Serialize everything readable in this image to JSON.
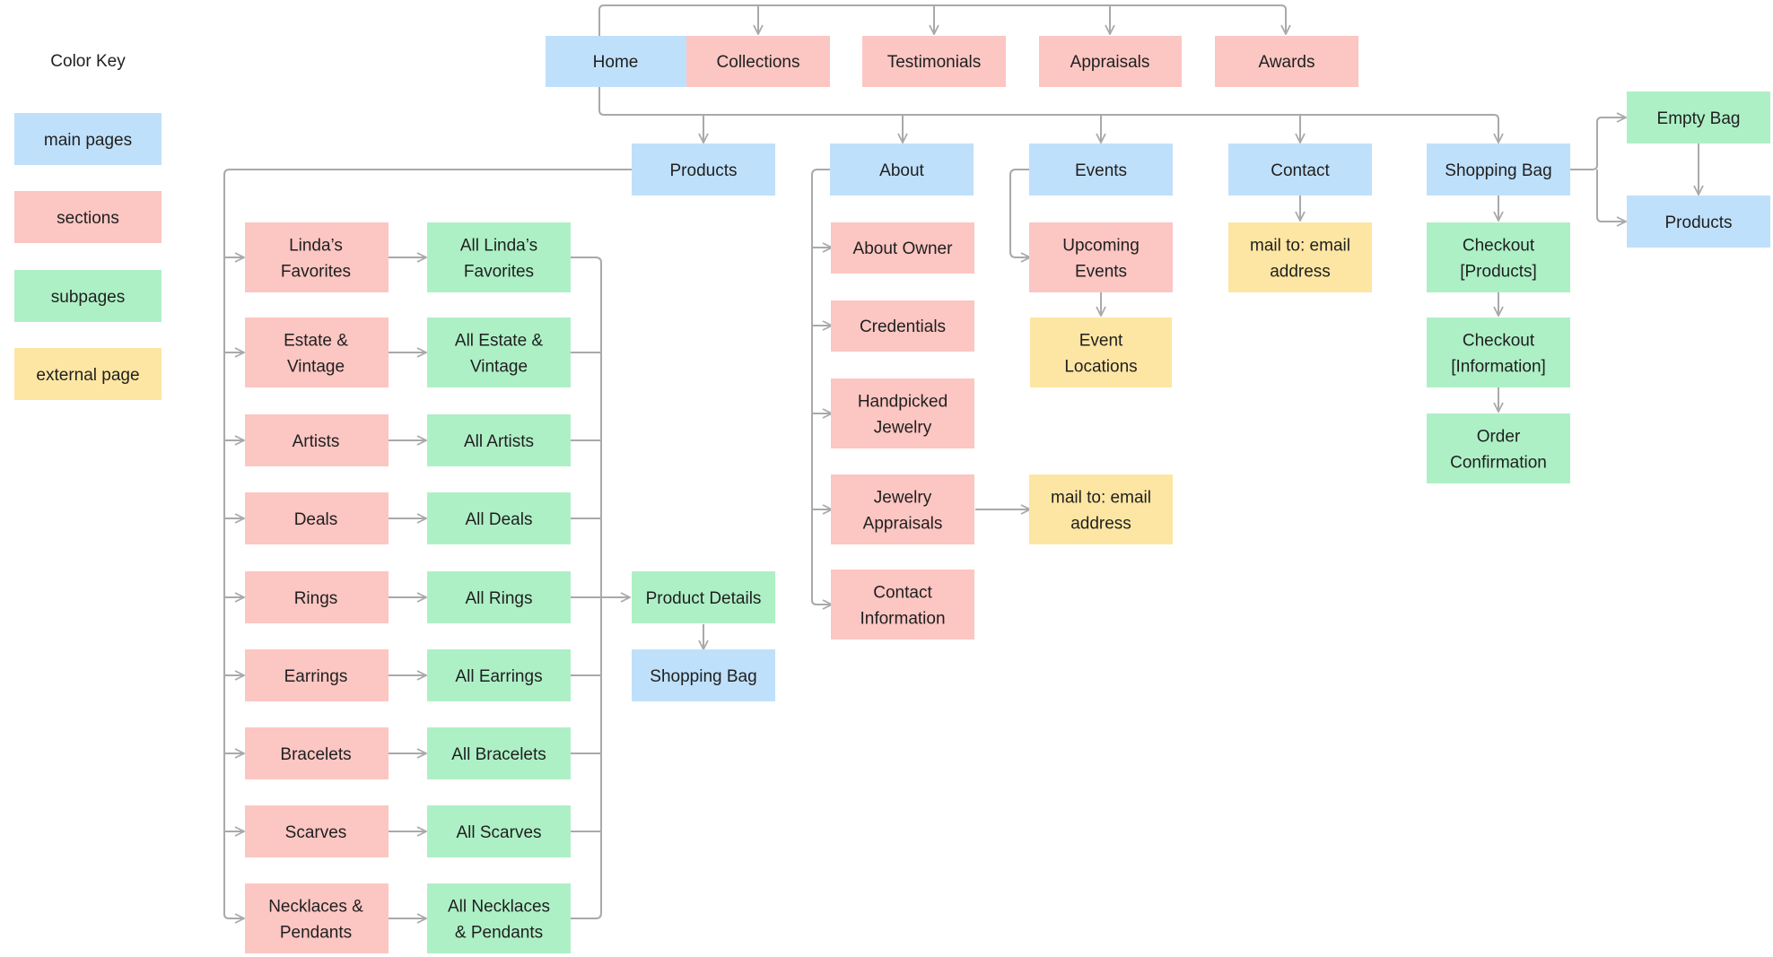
{
  "key": {
    "title": "Color Key",
    "items": [
      {
        "label": "main pages",
        "color": "#bfe0fb"
      },
      {
        "label": "sections",
        "color": "#fcc6c2"
      },
      {
        "label": "subpages",
        "color": "#aef0c6"
      },
      {
        "label": "external page",
        "color": "#fde6a3"
      }
    ]
  },
  "nodes": {
    "home": {
      "lines": [
        "Home"
      ],
      "kind": "main"
    },
    "collections": {
      "lines": [
        "Collections"
      ],
      "kind": "section"
    },
    "testimonials": {
      "lines": [
        "Testimonials"
      ],
      "kind": "section"
    },
    "appraisals_top": {
      "lines": [
        "Appraisals"
      ],
      "kind": "section"
    },
    "awards": {
      "lines": [
        "Awards"
      ],
      "kind": "section"
    },
    "products": {
      "lines": [
        "Products"
      ],
      "kind": "main"
    },
    "about": {
      "lines": [
        "About"
      ],
      "kind": "main"
    },
    "events": {
      "lines": [
        "Events"
      ],
      "kind": "main"
    },
    "contact": {
      "lines": [
        "Contact"
      ],
      "kind": "main"
    },
    "shopping_bag_top": {
      "lines": [
        "Shopping Bag"
      ],
      "kind": "main"
    },
    "empty_bag": {
      "lines": [
        "Empty Bag"
      ],
      "kind": "subpage"
    },
    "products_right": {
      "lines": [
        "Products"
      ],
      "kind": "main"
    },
    "lindas_fav": {
      "lines": [
        "Linda’s",
        "Favorites"
      ],
      "kind": "section"
    },
    "estate": {
      "lines": [
        "Estate &",
        "Vintage"
      ],
      "kind": "section"
    },
    "artists": {
      "lines": [
        "Artists"
      ],
      "kind": "section"
    },
    "deals": {
      "lines": [
        "Deals"
      ],
      "kind": "section"
    },
    "rings": {
      "lines": [
        "Rings"
      ],
      "kind": "section"
    },
    "earrings": {
      "lines": [
        "Earrings"
      ],
      "kind": "section"
    },
    "bracelets": {
      "lines": [
        "Bracelets"
      ],
      "kind": "section"
    },
    "scarves": {
      "lines": [
        "Scarves"
      ],
      "kind": "section"
    },
    "necklaces": {
      "lines": [
        "Necklaces &",
        "Pendants"
      ],
      "kind": "section"
    },
    "all_lindas": {
      "lines": [
        "All Linda’s",
        "Favorites"
      ],
      "kind": "subpage"
    },
    "all_estate": {
      "lines": [
        "All Estate &",
        "Vintage"
      ],
      "kind": "subpage"
    },
    "all_artists": {
      "lines": [
        "All Artists"
      ],
      "kind": "subpage"
    },
    "all_deals": {
      "lines": [
        "All Deals"
      ],
      "kind": "subpage"
    },
    "all_rings": {
      "lines": [
        "All Rings"
      ],
      "kind": "subpage"
    },
    "all_earrings": {
      "lines": [
        "All Earrings"
      ],
      "kind": "subpage"
    },
    "all_bracelets": {
      "lines": [
        "All Bracelets"
      ],
      "kind": "subpage"
    },
    "all_scarves": {
      "lines": [
        "All Scarves"
      ],
      "kind": "subpage"
    },
    "all_necklaces": {
      "lines": [
        "All Necklaces",
        "& Pendants"
      ],
      "kind": "subpage"
    },
    "product_details": {
      "lines": [
        "Product Details"
      ],
      "kind": "subpage"
    },
    "shopping_bag_mid": {
      "lines": [
        "Shopping Bag"
      ],
      "kind": "main"
    },
    "about_owner": {
      "lines": [
        "About Owner"
      ],
      "kind": "section"
    },
    "credentials": {
      "lines": [
        "Credentials"
      ],
      "kind": "section"
    },
    "handpicked": {
      "lines": [
        "Handpicked",
        "Jewelry"
      ],
      "kind": "section"
    },
    "jewelry_appraisals": {
      "lines": [
        "Jewelry",
        "Appraisals"
      ],
      "kind": "section"
    },
    "contact_info": {
      "lines": [
        "Contact",
        "Information"
      ],
      "kind": "section"
    },
    "mail_appraisals": {
      "lines": [
        "mail to: email",
        "address"
      ],
      "kind": "external"
    },
    "upcoming_events": {
      "lines": [
        "Upcoming",
        "Events"
      ],
      "kind": "section"
    },
    "event_locations": {
      "lines": [
        "Event",
        "Locations"
      ],
      "kind": "external"
    },
    "mail_contact": {
      "lines": [
        "mail to: email",
        "address"
      ],
      "kind": "external"
    },
    "checkout_products": {
      "lines": [
        "Checkout",
        "[Products]"
      ],
      "kind": "subpage"
    },
    "checkout_info": {
      "lines": [
        "Checkout",
        "[Information]"
      ],
      "kind": "subpage"
    },
    "order_confirmation": {
      "lines": [
        "Order",
        "Confirmation"
      ],
      "kind": "subpage"
    }
  },
  "colors": {
    "main": "#bfe0fb",
    "section": "#fcc6c2",
    "subpage": "#aef0c6",
    "external": "#fde6a3",
    "connector": "#a9a9a9",
    "text": "#1f1f1f"
  }
}
